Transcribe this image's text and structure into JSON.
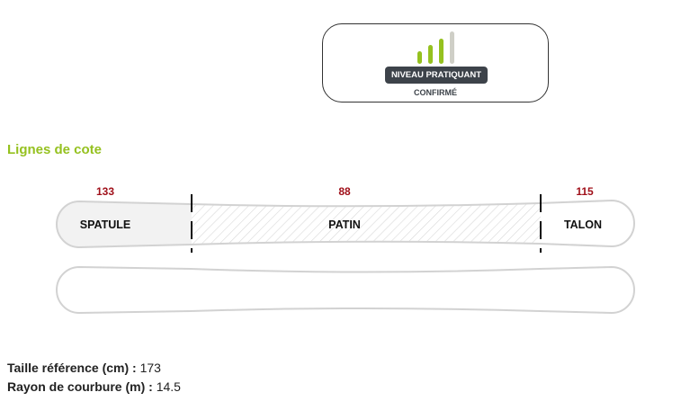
{
  "level": {
    "badge": "NIVEAU PRATIQUANT",
    "value": "CONFIRMÉ",
    "bars_active": 3,
    "bars_total": 4,
    "active_color": "#95c11f",
    "inactive_color": "#cfcfc7"
  },
  "section_title": "Lignes de cote",
  "ski": {
    "zones": [
      {
        "label": "SPATULE",
        "width": "133"
      },
      {
        "label": "PATIN",
        "width": "88"
      },
      {
        "label": "TALON",
        "width": "115"
      }
    ],
    "value_color": "#a0101a"
  },
  "specs": [
    {
      "label": "Taille référence (cm) :",
      "value": "173"
    },
    {
      "label": "Rayon de courbure (m) :",
      "value": "14.5"
    }
  ]
}
